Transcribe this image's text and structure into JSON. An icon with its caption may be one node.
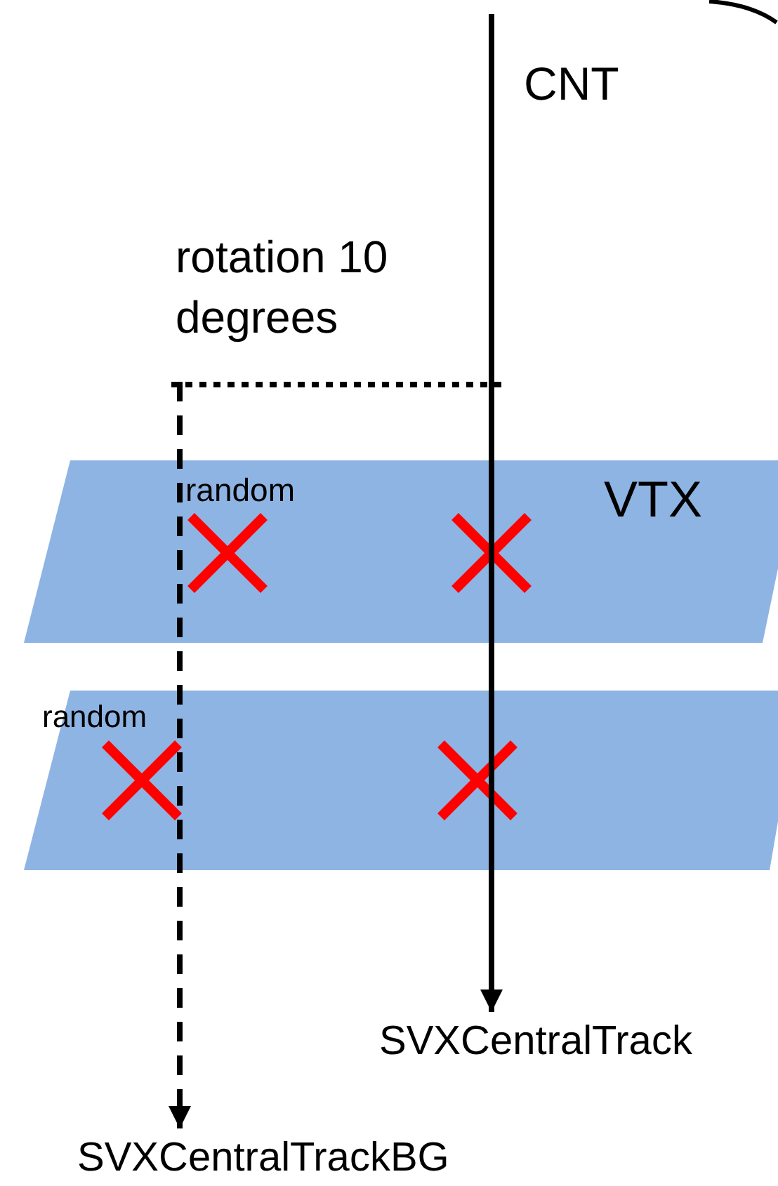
{
  "diagram": {
    "nodes": [
      {
        "text": [
          "random",
          "VTX"
        ]
      },
      {
        "text": [
          "random"
        ]
      },
      {
        "text": [
          "SVXCentralTrack"
        ]
      },
      {
        "text": [
          "SVXCentralTrackBG"
        ]
      }
    ],
    "edges": [
      {
        "from": null,
        "to": 2,
        "arrow": "to"
      },
      {
        "from": null,
        "to": 3,
        "arrow": "to",
        "style": "dashed"
      }
    ],
    "labels": [
      "CNT",
      "rotation 10 degrees"
    ]
  }
}
